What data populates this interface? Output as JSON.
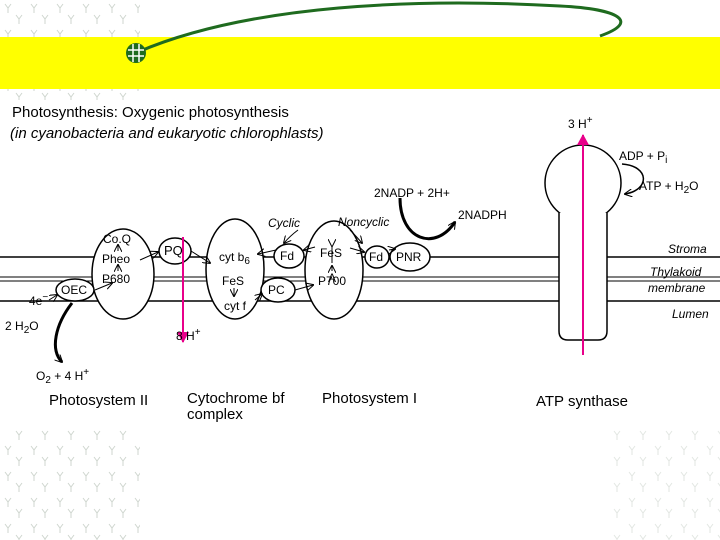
{
  "title": "Photosynthesis: Oxygenic photosynthesis",
  "subtitle": "(in cyanobacteria and eukaryotic chlorophlasts)",
  "colors": {
    "banner": "#ffff00",
    "swoosh": "#1f6b1f",
    "proton_arrow": "#e8008a",
    "stroke": "#000000"
  },
  "regions": {
    "stroma": "Stroma",
    "thylakoid_1": "Thylakoid",
    "thylakoid_2": "membrane",
    "lumen": "Lumen"
  },
  "pathways": {
    "cyclic": "Cyclic",
    "noncyclic": "Noncyclic"
  },
  "ps2": {
    "coq": "Co.Q",
    "pheo": "Pheo",
    "p680": "P680",
    "oec": "OEC",
    "electrons": "4e",
    "electrons_charge": "−",
    "water": "2 H",
    "water_sub": "2",
    "water_o": "O",
    "oxygen": "O",
    "oxygen_sub": "2",
    "protons_out": "+ 4 H",
    "plus": "+",
    "caption": "Photosystem II"
  },
  "pq": "PQ",
  "cytochrome": {
    "cytb": "cyt b",
    "cytb_sub": "6",
    "fes": "FeS",
    "cytf": "cyt f",
    "protons_lumen": "8 H",
    "plus": "+",
    "caption_1": "Cytochrome bf",
    "caption_2": "complex"
  },
  "pc": "PC",
  "fd_cyclic": "Fd",
  "ps1": {
    "fes": "FeS",
    "a": "A",
    "p700": "P700",
    "caption": "Photosystem I"
  },
  "fd_noncyclic": "Fd",
  "pnr": "PNR",
  "nadp": {
    "reactants": "2NADP + 2H+",
    "product": "2NADPH"
  },
  "atp_synthase": {
    "protons": "3 H",
    "plus": "+",
    "adp": "ADP + P",
    "adp_sub": "i",
    "atp": "ATP + H",
    "atp_sub": "2",
    "atp_o": "O",
    "caption": "ATP synthase"
  }
}
